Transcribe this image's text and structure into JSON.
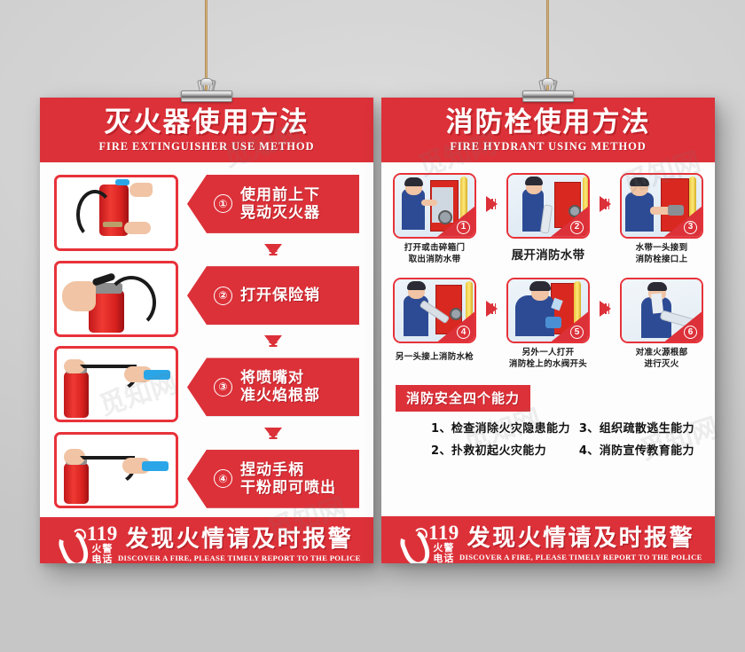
{
  "colors": {
    "brand_red": "#dc3139",
    "panel_border_red": "#e8323a",
    "background_gray": "#d0d0d0",
    "poster_white": "#fdfdfd"
  },
  "posters": [
    {
      "id": "fire-extinguisher",
      "header": {
        "title_cn": "灭火器使用方法",
        "title_en": "Fire Extinguisher Use Method"
      },
      "photos": [
        {
          "name": "shake-extinguisher-photo",
          "alt": "双手上下晃动灭火器"
        },
        {
          "name": "pull-pin-photo",
          "alt": "手握灭火器把手拔保险销"
        },
        {
          "name": "aim-nozzle-photo",
          "alt": "手持喷嘴对准火焰根部"
        },
        {
          "name": "squeeze-handle-photo",
          "alt": "捏动手柄喷出干粉"
        }
      ],
      "steps": [
        {
          "num": "①",
          "text": "使用前上下\n晃动灭火器",
          "line1": "使用前上下",
          "line2": "晃动灭火器"
        },
        {
          "num": "②",
          "text": "打开保险销",
          "line1": "打开保险销",
          "line2": ""
        },
        {
          "num": "③",
          "text": "将喷嘴对\n准火焰根部",
          "line1": "将喷嘴对",
          "line2": "准火焰根部"
        },
        {
          "num": "④",
          "text": "捏动手柄\n干粉即可喷出",
          "line1": "捏动手柄",
          "line2": "干粉即可喷出"
        }
      ]
    },
    {
      "id": "fire-hydrant",
      "header": {
        "title_cn": "消防栓使用方法",
        "title_en": "Fire Hydrant Using Method"
      },
      "steps": [
        {
          "num": "①",
          "line1": "打开或击碎箱门",
          "line2": "取出消防水带",
          "big": false
        },
        {
          "num": "②",
          "line1": "展开消防水带",
          "line2": "",
          "big": true
        },
        {
          "num": "③",
          "line1": "水带一头接到",
          "line2": "消防栓接口上",
          "big": false
        },
        {
          "num": "④",
          "line1": "另一头接上消防水枪",
          "line2": "",
          "big": false
        },
        {
          "num": "⑤",
          "line1": "另外一人打开",
          "line2": "消防栓上的水阀开头",
          "big": false
        },
        {
          "num": "⑥",
          "line1": "对准火源根部",
          "line2": "进行灭火",
          "big": false
        }
      ],
      "abilities": {
        "title": "消防安全四个能力",
        "items": [
          "1、检查消除火灾隐患能力",
          "2、扑救初起火灾能力",
          "3、组织疏散逃生能力",
          "4、消防宣传教育能力"
        ]
      }
    }
  ],
  "footer": {
    "number": "119",
    "label_line1": "火警",
    "label_line2": "电话",
    "slogan_cn": "发现火情请及时报警",
    "slogan_en": "Discover a fire, please timely report to the police"
  },
  "watermark": {
    "text": "觅知网"
  }
}
